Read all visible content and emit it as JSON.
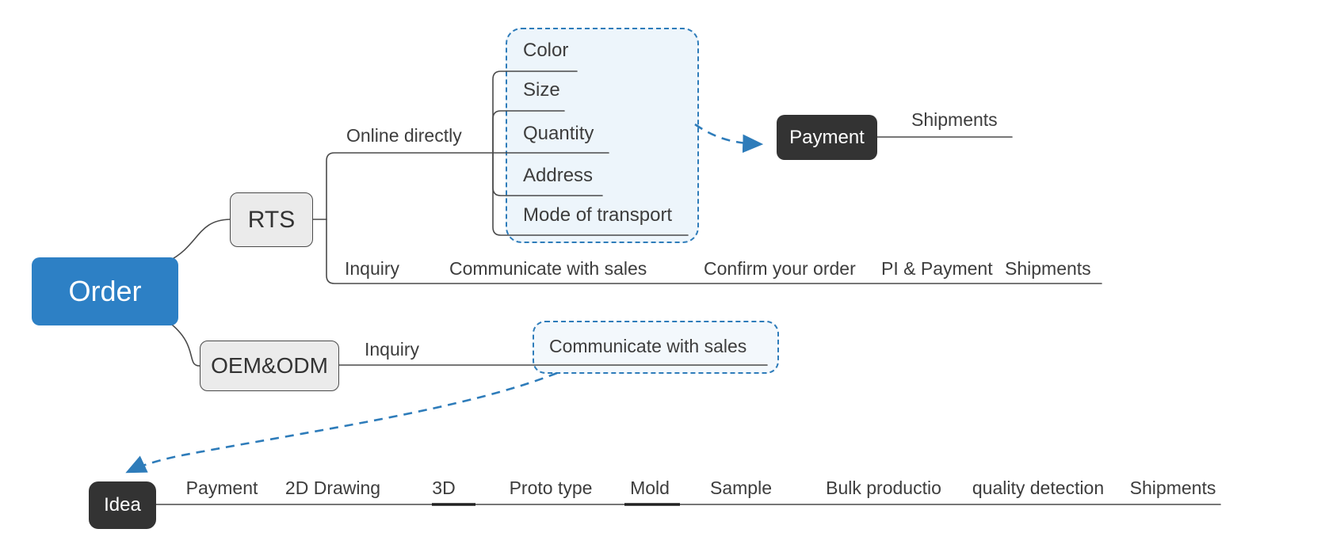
{
  "colors": {
    "accent_blue": "#2e7cba",
    "root_fill": "#2d80c5",
    "dark_node_fill": "#333333",
    "gray_node_fill": "#ebebeb",
    "line": "#4a4a4a",
    "group_box_fill": "#edf5fb"
  },
  "root": {
    "label": "Order"
  },
  "rts": {
    "label": "RTS",
    "online_branch": {
      "label": "Online directly",
      "options": [
        "Color",
        "Size",
        "Quantity",
        "Address",
        "Mode of transport"
      ],
      "payment_label": "Payment",
      "shipments_label": "Shipments"
    },
    "steps": [
      "Inquiry",
      "Communicate with sales",
      "Confirm your order",
      "PI & Payment",
      "Shipments"
    ]
  },
  "oem": {
    "label": "OEM&ODM",
    "inquiry_label": "Inquiry",
    "communicate_label": "Communicate with sales"
  },
  "idea": {
    "label": "Idea",
    "steps": [
      "Payment",
      "2D Drawing",
      "3D",
      "Proto type",
      "Mold",
      "Sample",
      "Bulk productio",
      "quality detection",
      "Shipments"
    ]
  }
}
